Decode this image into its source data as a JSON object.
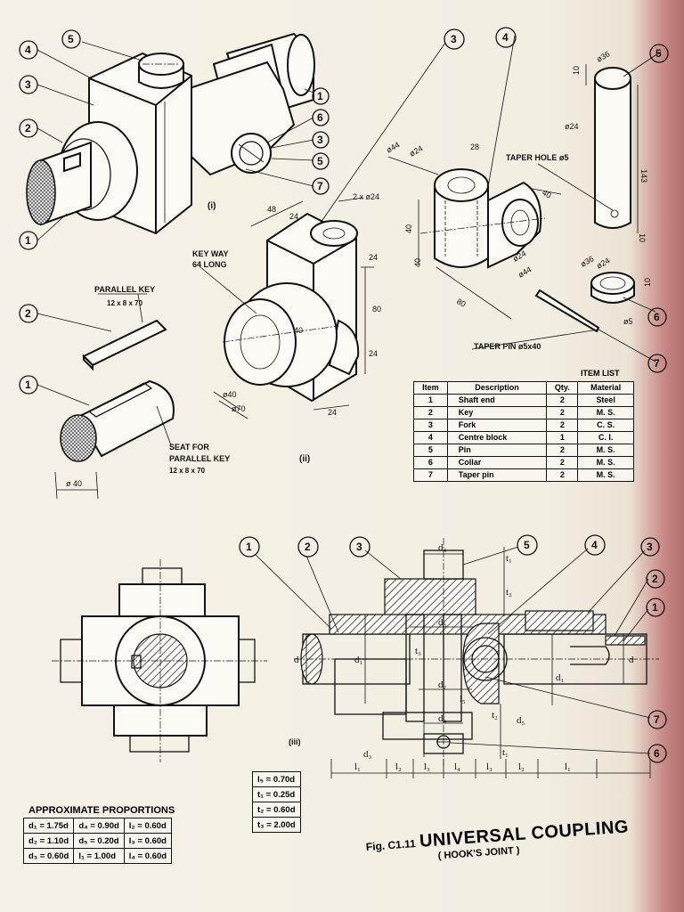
{
  "colors": {
    "ink": "#111111",
    "paper": "#f3efe3",
    "edge_stain": "#b06d6d"
  },
  "figure": {
    "number": "Fig. C1.11",
    "title": "UNIVERSAL COUPLING",
    "subtitle": "( HOOK'S JOINT )"
  },
  "views": {
    "isometric": "(i)",
    "exploded": "(ii)",
    "section": "(iii)"
  },
  "callouts": {
    "parallel_key": [
      "PARALLEL KEY",
      "12 x 8 x 70"
    ],
    "keyway": [
      "KEY WAY",
      "64 LONG"
    ],
    "seat": [
      "SEAT FOR",
      "PARALLEL KEY",
      "12 x 8 x 70"
    ],
    "taper_hole": "TAPER HOLE ø5",
    "taper_pin": "TAPER PIN ø5x40"
  },
  "dimensions": {
    "shaft_dia": "ø 40",
    "block_d40": "ø40",
    "block_d70": "ø70",
    "block_40": "40",
    "block_48": "48",
    "block_24a": "24",
    "block_24b": "24",
    "block_24c": "24",
    "block_80": "80",
    "block_24d": "24",
    "block_holes": "2 x ø24",
    "fork_44": "ø44",
    "fork_24": "ø24",
    "fork_28": "28",
    "fork_40a": "40",
    "fork_40b": "40",
    "fork_40c": "40",
    "fork_80": "80",
    "fork_24b": "ø24",
    "fork_44b": "ø44",
    "pin_36": "ø36",
    "pin_10a": "10",
    "pin_24": "ø24",
    "pin_143": "143",
    "pin_10b": "10",
    "collar_36": "ø36",
    "collar_24": "ø24",
    "collar_10": "10",
    "collar_5": "ø5"
  },
  "section_symbols": {
    "d4_top": "d₄",
    "t1": "t₁",
    "t2": "t₂",
    "d3": "d₃",
    "t3": "t₃",
    "d": "d",
    "d1": "d₁",
    "d2": "d₂",
    "l5": "l₅",
    "t2b": "t₂",
    "d5": "d₅",
    "d4_bot": "d₄",
    "d3_bot": "d₃",
    "d_r": "d",
    "d1_r": "d₁",
    "l1": "l₁",
    "l2": "l₂",
    "l3": "l₃",
    "l4": "l₄",
    "l3r": "l₃",
    "l2r": "l₂",
    "l1r": "l₁",
    "t1b": "t₁"
  },
  "bubbles": {
    "iso": [
      "5",
      "4",
      "3",
      "2",
      "1",
      "1",
      "6",
      "3",
      "5",
      "7"
    ],
    "parts_top": [
      "3",
      "4",
      "5"
    ],
    "parts_side": [
      "2",
      "1",
      "6",
      "7"
    ],
    "section": [
      "1",
      "2",
      "3",
      "5",
      "4",
      "3",
      "2",
      "1",
      "7",
      "6"
    ]
  },
  "item_list": {
    "caption": "ITEM LIST",
    "headers": [
      "Item",
      "Description",
      "Qty.",
      "Material"
    ],
    "rows": [
      [
        "1",
        "Shaft end",
        "2",
        "Steel"
      ],
      [
        "2",
        "Key",
        "2",
        "M. S."
      ],
      [
        "3",
        "Fork",
        "2",
        "C. S."
      ],
      [
        "4",
        "Centre block",
        "1",
        "C. I."
      ],
      [
        "5",
        "Pin",
        "2",
        "M. S."
      ],
      [
        "6",
        "Collar",
        "2",
        "M. S."
      ],
      [
        "7",
        "Taper pin",
        "2",
        "M. S."
      ]
    ]
  },
  "proportions": {
    "title": "APPROXIMATE PROPORTIONS",
    "main_rows": [
      [
        "d₁ = 1.75d",
        "d₄ = 0.90d",
        "l₂ = 0.60d"
      ],
      [
        "d₂ = 1.10d",
        "d₅ = 0.20d",
        "l₃ = 0.60d"
      ],
      [
        "d₃ = 0.60d",
        "l₁ = 1.00d",
        "l₄ = 0.60d"
      ]
    ],
    "side_rows": [
      "l₅ = 0.70d",
      "t₁ = 0.25d",
      "t₂ = 0.60d",
      "t₃ = 2.00d"
    ]
  }
}
